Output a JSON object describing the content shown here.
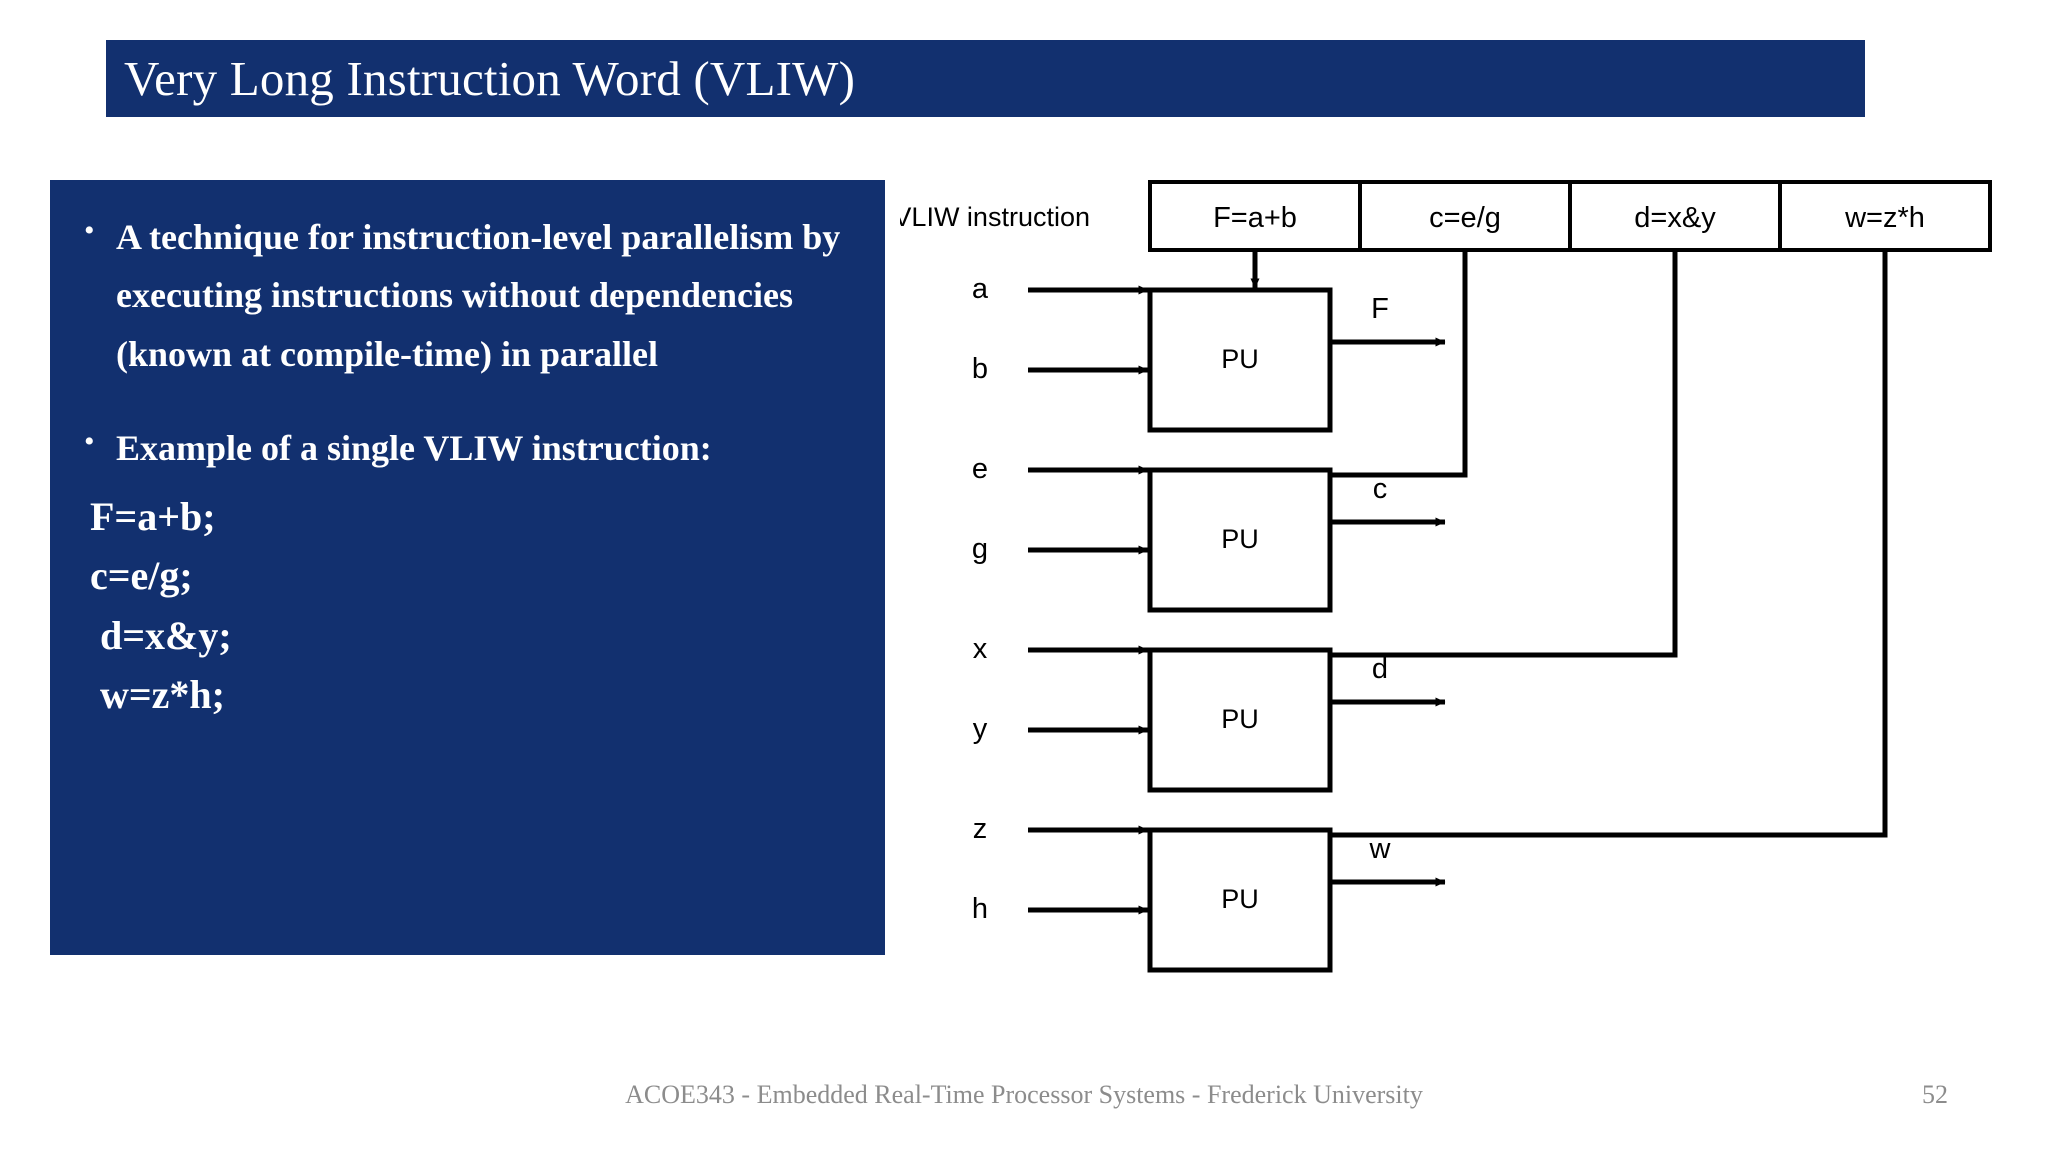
{
  "slide": {
    "title": "Very Long Instruction Word (VLIW)",
    "accent_color": "#12306f",
    "title_text_color": "#ffffff",
    "background_color": "#ffffff"
  },
  "body": {
    "bullets": [
      "A technique for instruction-level parallelism by executing instructions without dependencies (known at compile-time) in parallel",
      "Example of a single VLIW instruction:"
    ],
    "code_lines": [
      "F=a+b;",
      "c=e/g;",
      " d=x&y;",
      " w=z*h;"
    ]
  },
  "diagram": {
    "instruction_label": "VLIW instruction",
    "instruction_cells": [
      "F=a+b",
      "c=e/g",
      "d=x&y",
      "w=z*h"
    ],
    "units": [
      {
        "name": "PU",
        "inputs": [
          "a",
          "b"
        ],
        "output": "F"
      },
      {
        "name": "PU",
        "inputs": [
          "e",
          "g"
        ],
        "output": "c"
      },
      {
        "name": "PU",
        "inputs": [
          "x",
          "y"
        ],
        "output": "d"
      },
      {
        "name": "PU",
        "inputs": [
          "z",
          "h"
        ],
        "output": "w"
      }
    ],
    "line_color": "#000000",
    "fill_color": "#ffffff"
  },
  "footer": {
    "course": "ACOE343 - Embedded Real-Time Processor Systems - Frederick University",
    "page": "52",
    "color": "#8c8c8c"
  }
}
